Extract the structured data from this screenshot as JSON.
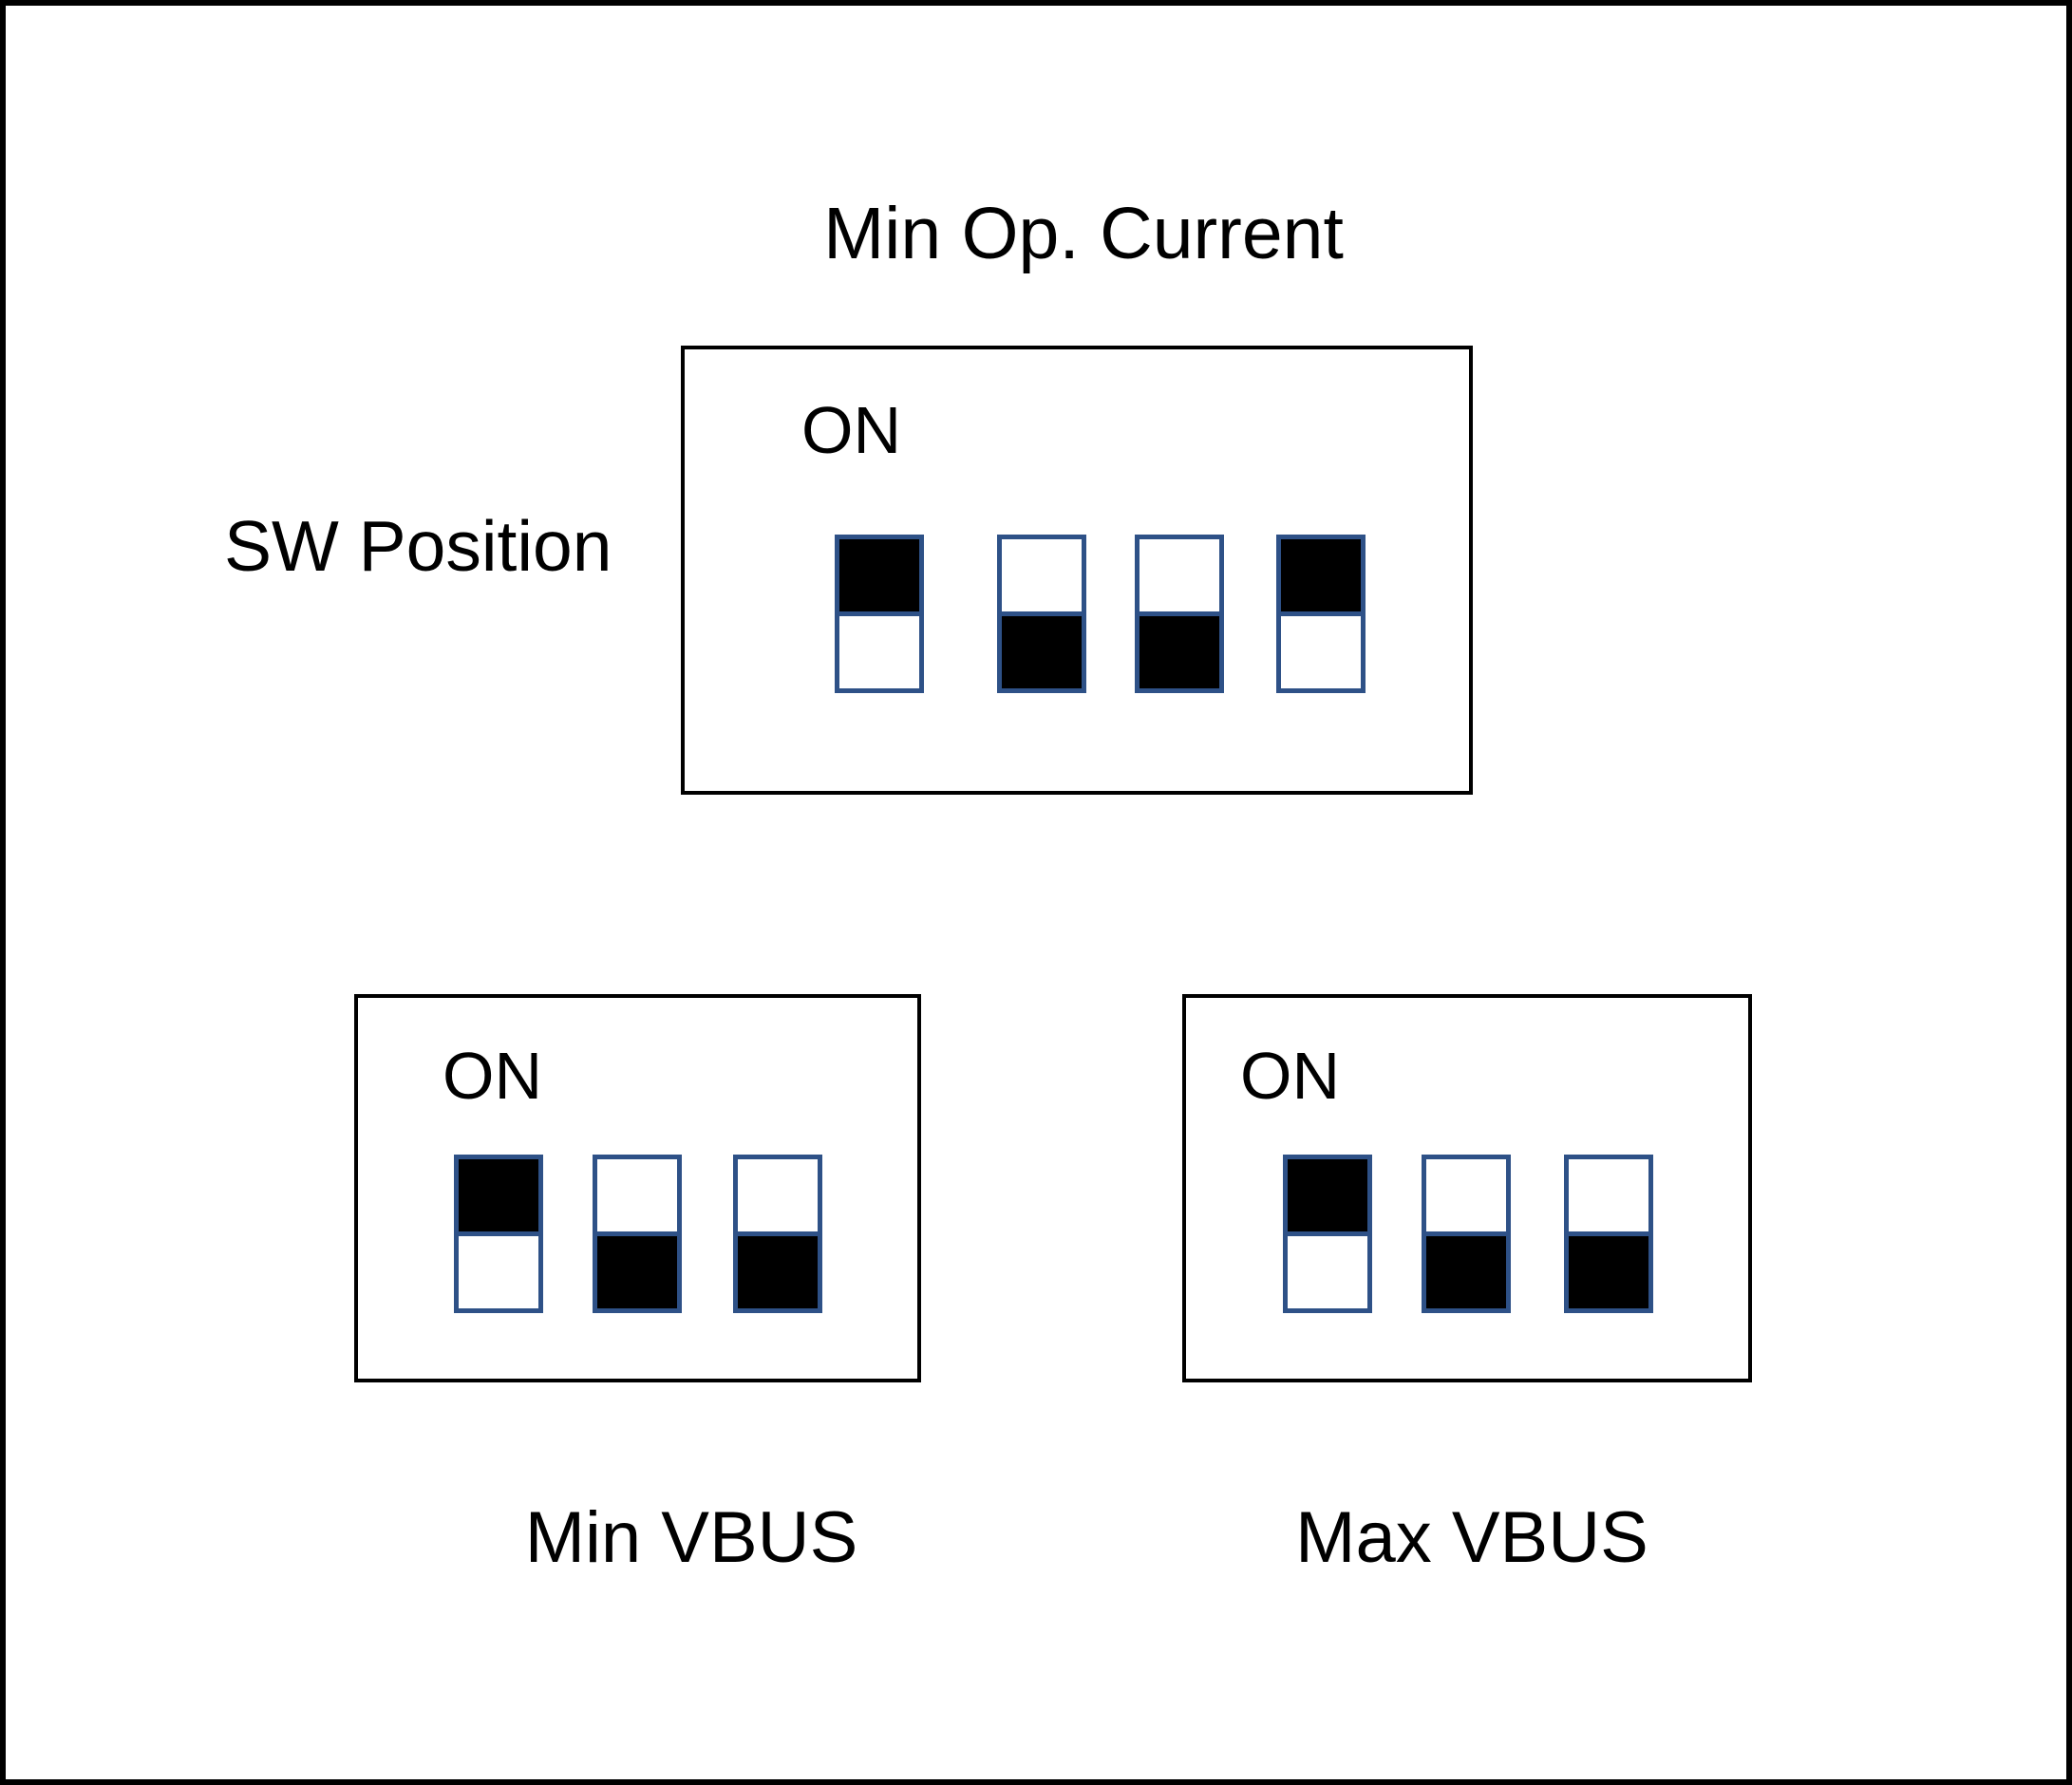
{
  "diagram": {
    "side_label": "SW Position",
    "blocks": [
      {
        "name": "min-op-current",
        "caption": "Min Op. Current",
        "on_label": "ON",
        "switches": [
          "on",
          "off",
          "off",
          "on"
        ]
      },
      {
        "name": "min-vbus",
        "caption": "Min VBUS",
        "on_label": "ON",
        "switches": [
          "on",
          "off",
          "off"
        ]
      },
      {
        "name": "max-vbus",
        "caption": "Max VBUS",
        "on_label": "ON",
        "switches": [
          "on",
          "off",
          "off"
        ]
      }
    ],
    "colors": {
      "background": "#FFFFFF",
      "text": "#000000",
      "box_border": "#000000",
      "switch_border": "#2E5187",
      "switch_fill_active": "#000000",
      "switch_fill_inactive": "#FFFFFF"
    }
  }
}
